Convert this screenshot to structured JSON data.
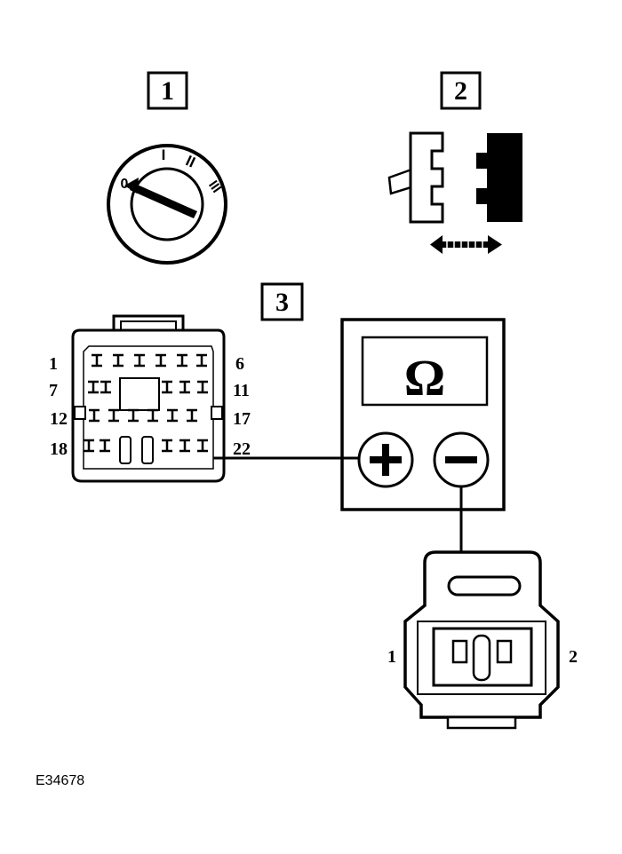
{
  "steps": {
    "step1": "1",
    "step2": "2",
    "step3": "3"
  },
  "ignition_switch": {
    "position_off": "0",
    "position_1": "I",
    "position_2": "II",
    "position_3": "III"
  },
  "connector_a": {
    "row1_first": "1",
    "row1_last": "6",
    "row2_first": "7",
    "row2_last": "11",
    "row3_first": "12",
    "row3_last": "17",
    "row4_first": "18",
    "row4_last": "22"
  },
  "multimeter": {
    "display_symbol": "Ω",
    "plus_symbol": "+",
    "minus_symbol": "−"
  },
  "connector_b": {
    "pin_left": "1",
    "pin_right": "2"
  },
  "figure_code": "E34678",
  "colors": {
    "ink": "#000000",
    "paper": "#ffffff",
    "shade": "#d8d8d8"
  }
}
